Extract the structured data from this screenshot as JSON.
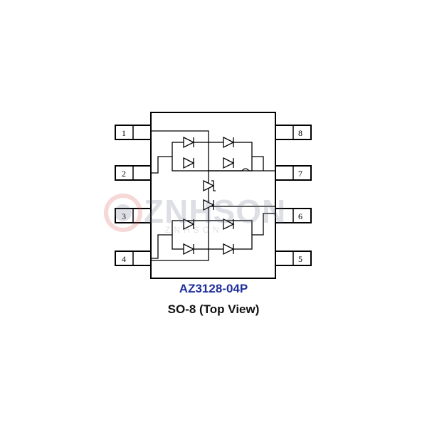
{
  "part_number": "AZ3128-04P",
  "package": "SO-8 (Top View)",
  "pins_left": [
    "1",
    "2",
    "3",
    "4"
  ],
  "pins_right": [
    "8",
    "7",
    "6",
    "5"
  ],
  "watermark": {
    "brand": "ZNHSON",
    "sub": "ZNHSON"
  },
  "colors": {
    "part_number": "#1f2f9c",
    "line": "#000000",
    "watermark": "#6a7388",
    "watermark_accent": "#d9534f"
  }
}
